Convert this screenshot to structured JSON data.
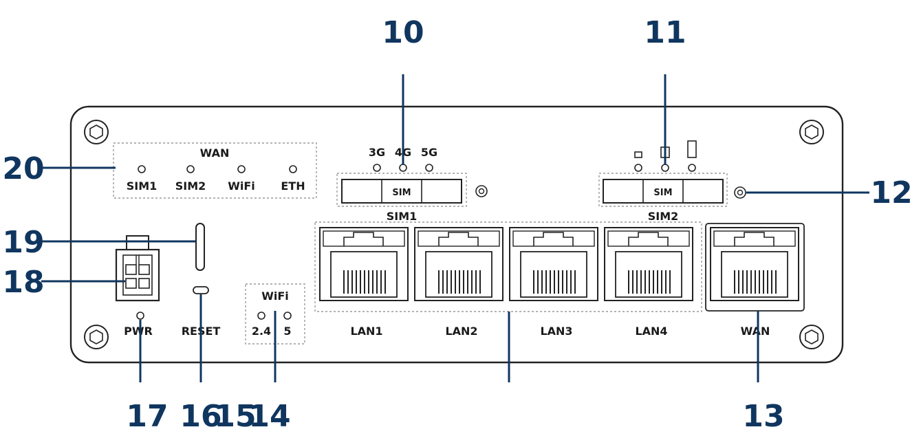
{
  "callouts": {
    "c10": "10",
    "c11": "11",
    "c12": "12",
    "c13": "13",
    "c14": "14",
    "c15": "15",
    "c16": "16",
    "c17": "17",
    "c18": "18",
    "c19": "19",
    "c20": "20"
  },
  "wan_group": {
    "title": "WAN",
    "leds": [
      "SIM1",
      "SIM2",
      "WiFi",
      "ETH"
    ]
  },
  "network_leds": {
    "labels": [
      "3G",
      "4G",
      "5G"
    ]
  },
  "sim_slots": {
    "sim1_text": "SIM",
    "sim1_label": "SIM1",
    "sim2_text": "SIM",
    "sim2_label": "SIM2"
  },
  "lan_ports": [
    "LAN1",
    "LAN2",
    "LAN3",
    "LAN4"
  ],
  "wan_port": "WAN",
  "power": {
    "pwr_label": "PWR",
    "reset_label": "RESET"
  },
  "wifi_group": {
    "title": "WiFi",
    "bands": [
      "2.4",
      "5"
    ]
  },
  "colors": {
    "callout": "#10365f",
    "outline": "#222222"
  }
}
